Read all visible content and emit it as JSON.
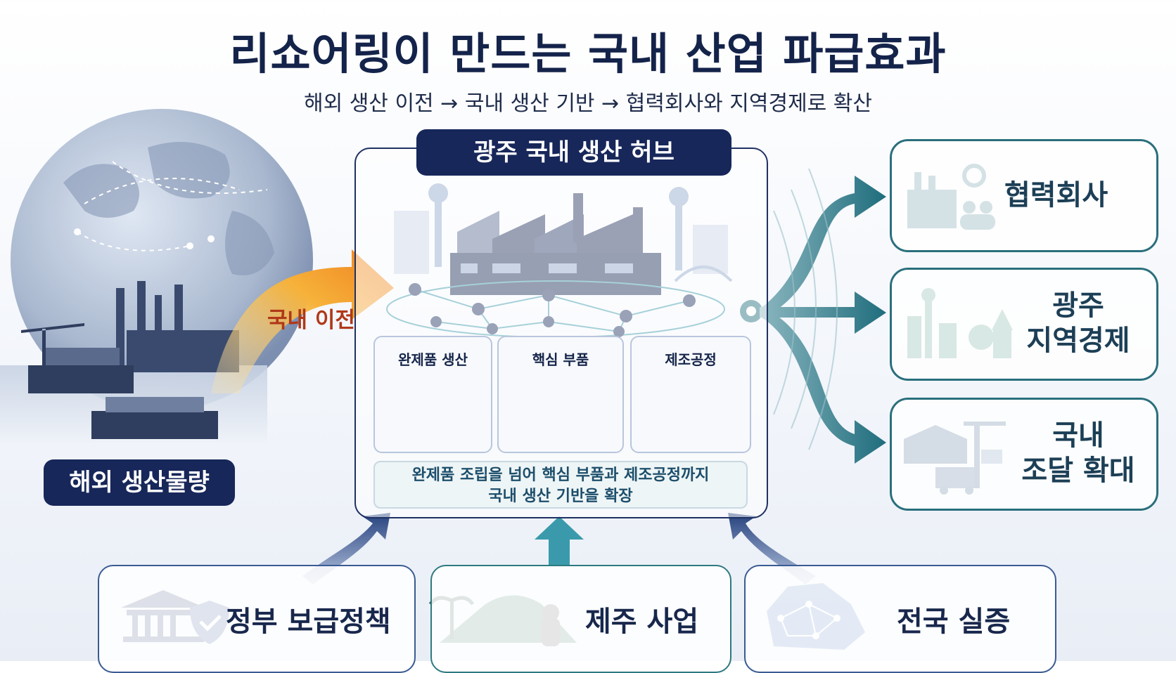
{
  "title": "리쇼어링이 만드는 국내 산업 파급효과",
  "subtitle": "해외 생산 이전 → 국내 생산 기반 → 협력회사와 지역경제로 확산",
  "overseas": {
    "badge": "해외 생산물량",
    "transfer_label": "국내 이전"
  },
  "hub": {
    "title": "광주 국내 생산 허브",
    "capabilities": [
      {
        "label": "완제품 생산",
        "icon": "robot-arm-icon"
      },
      {
        "label": "핵심 부품",
        "icon": "gear-chip-icon"
      },
      {
        "label": "제조공정",
        "icon": "process-plant-icon"
      }
    ],
    "note_line1": "완제품 조립을 넘어 핵심 부품과 제조공정까지",
    "note_line2": "국내 생산 기반을 확장"
  },
  "outputs": [
    {
      "label_line1": "협력회사",
      "label_line2": "",
      "icon": "partner-factory-icon"
    },
    {
      "label_line1": "광주",
      "label_line2": "지역경제",
      "icon": "city-skyline-icon"
    },
    {
      "label_line1": "국내",
      "label_line2": "조달 확대",
      "icon": "logistics-icon"
    }
  ],
  "inputs": [
    {
      "label": "정부 보급정책",
      "icon": "government-shield-icon"
    },
    {
      "label": "제주 사업",
      "icon": "jeju-island-icon"
    },
    {
      "label": "전국 실증",
      "icon": "korea-network-map-icon"
    }
  ],
  "colors": {
    "navy": "#17275a",
    "teal": "#2a6f7c",
    "orange": "#f08a24"
  }
}
